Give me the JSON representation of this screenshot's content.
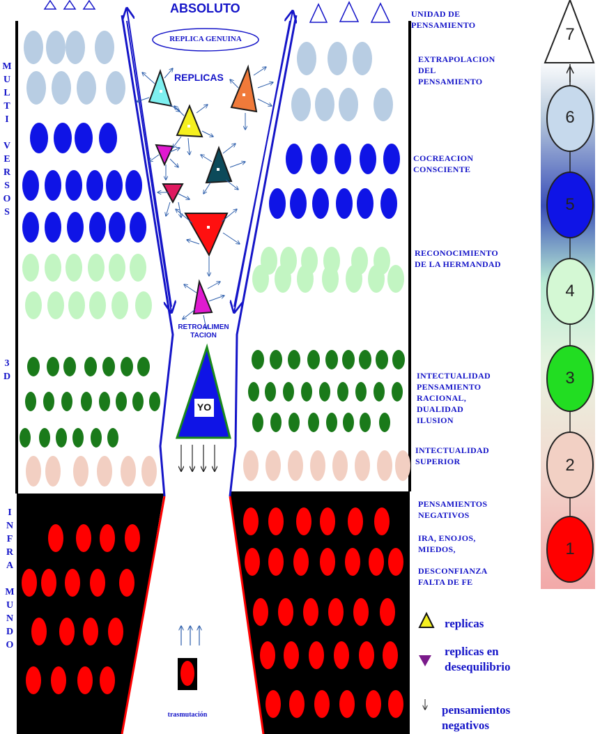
{
  "diagram": {
    "top_title": "ABSOLUTO",
    "replica_genuina": "REPLICA GENUINA",
    "replicas": "REPLICAS",
    "retroalimentacion": "RETROALIMEN\nTACION",
    "yo": "YO",
    "trasmutacion": "trasmutación",
    "left_vertical": {
      "multiversos": "M\nU\nL\nT\nI\n\nV\nE\nR\nS\nO\nS",
      "three_d": "3\nD",
      "inframundo": "I\nN\nF\nR\nA\n\nM\nU\nN\nD\nO"
    },
    "right_labels": [
      "UNIDAD DE\nPENSAMIENTO",
      "EXTRAPOLACION\n     DEL\nPENSAMIENTO",
      "COCREACION\nCONSCIENTE",
      "RECONOCIMIENTO\nDE LA HERMANDAD",
      "INTECTUALIDAD\nPENSAMIENTO\nRACIONAL,\nDUALIDAD\nILUSION",
      "INTECTUALIDAD\nSUPERIOR",
      "PENSAMIENTOS\nNEGATIVOS",
      "IRA, ENOJOS,\nMIEDOS,",
      "DESCONFIANZA\nFALTA DE FE"
    ],
    "legend": {
      "replicas": "replicas",
      "replicas_desequilibrio": "replicas en\ndesequilibrio",
      "pensamientos_negativos": "pensamientos\nnegativos"
    },
    "levels": [
      "7",
      "6",
      "5",
      "4",
      "3",
      "2",
      "1"
    ],
    "colors": {
      "text_blue": "#1414c8",
      "light_blue": "#b8cde3",
      "blue": "#0f14e6",
      "light_green": "#c2f5c2",
      "dark_green": "#1a7a1a",
      "peach": "#f2cfc2",
      "red": "#ff0000",
      "black": "#000000"
    }
  }
}
